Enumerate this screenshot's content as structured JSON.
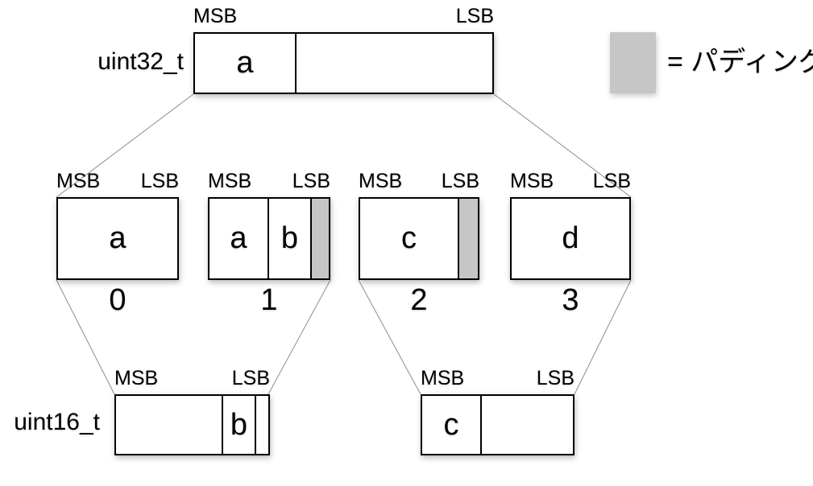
{
  "labels": {
    "msb": "MSB",
    "lsb": "LSB"
  },
  "colors": {
    "padding": "#c6c6c6",
    "border": "#000000",
    "connector": "#8d8d8d"
  },
  "legend": {
    "text": "= パディング"
  },
  "uint32": {
    "type_label": "uint32_t",
    "cells": [
      {
        "label": "a"
      },
      {
        "label": ""
      }
    ]
  },
  "bytes": [
    {
      "index": "0",
      "cells": [
        {
          "label": "a"
        }
      ]
    },
    {
      "index": "1",
      "cells": [
        {
          "label": "a"
        },
        {
          "label": "b"
        },
        {
          "label": "",
          "padding": true
        }
      ]
    },
    {
      "index": "2",
      "cells": [
        {
          "label": "c"
        },
        {
          "label": "",
          "padding": true
        }
      ]
    },
    {
      "index": "3",
      "cells": [
        {
          "label": "d"
        }
      ]
    }
  ],
  "uint16": {
    "type_label": "uint16_t",
    "left_box": {
      "cells": [
        {
          "label": ""
        },
        {
          "label": "b"
        },
        {
          "label": ""
        }
      ]
    },
    "right_box": {
      "cells": [
        {
          "label": "c"
        },
        {
          "label": ""
        }
      ]
    }
  }
}
